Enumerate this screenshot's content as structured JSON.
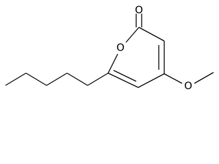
{
  "molecule": {
    "atom_labels": {
      "carbonyl_oxygen": "O",
      "ring_oxygen": "O",
      "methoxy_oxygen": "O"
    },
    "colors": {
      "ink": "#000000",
      "background": "#ffffff"
    }
  }
}
